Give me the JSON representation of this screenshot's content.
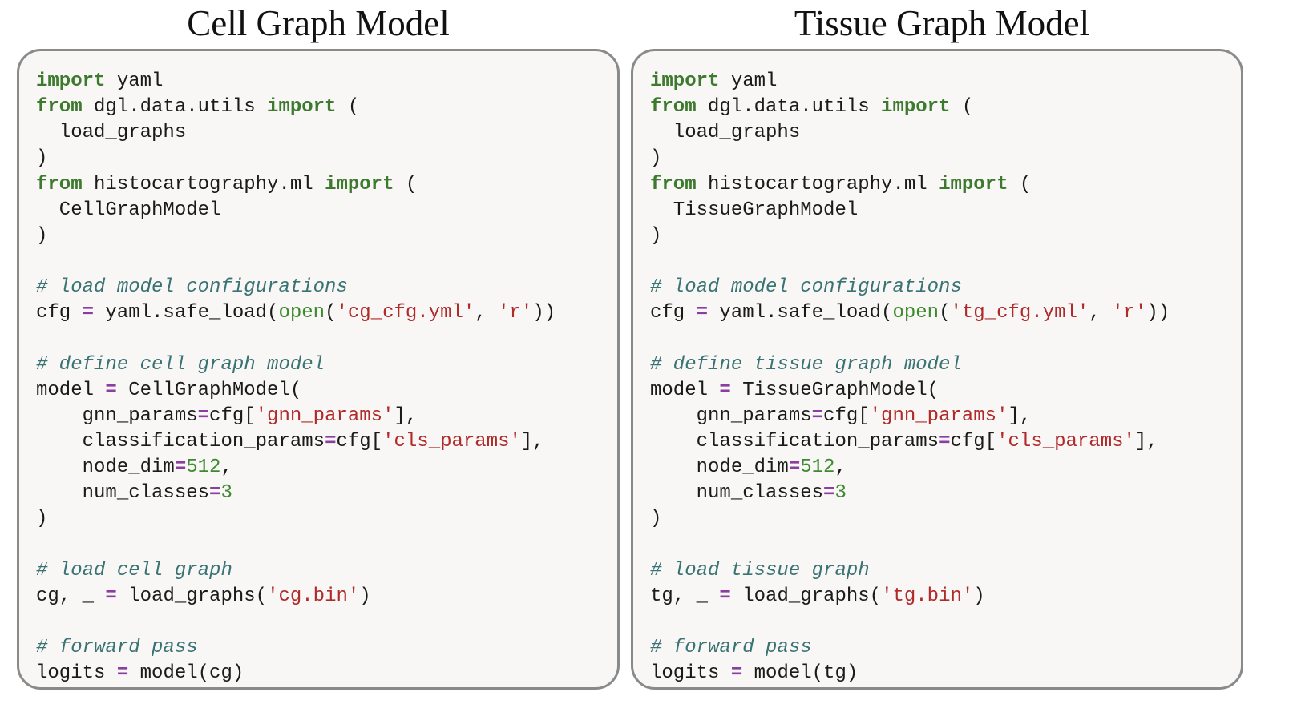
{
  "panels": [
    {
      "title": "Cell Graph Model",
      "lines": [
        [
          {
            "t": "kw",
            "v": "import"
          },
          {
            "t": "p",
            "v": " yaml"
          }
        ],
        [
          {
            "t": "kw",
            "v": "from"
          },
          {
            "t": "p",
            "v": " dgl.data.utils "
          },
          {
            "t": "kw",
            "v": "import"
          },
          {
            "t": "p",
            "v": " ("
          }
        ],
        [
          {
            "t": "p",
            "v": "  load_graphs"
          }
        ],
        [
          {
            "t": "p",
            "v": ")"
          }
        ],
        [
          {
            "t": "kw",
            "v": "from"
          },
          {
            "t": "p",
            "v": " histocartography.ml "
          },
          {
            "t": "kw",
            "v": "import"
          },
          {
            "t": "p",
            "v": " ("
          }
        ],
        [
          {
            "t": "p",
            "v": "  CellGraphModel"
          }
        ],
        [
          {
            "t": "p",
            "v": ")"
          }
        ],
        [],
        [
          {
            "t": "cm",
            "v": "# load model configurations"
          }
        ],
        [
          {
            "t": "p",
            "v": "cfg "
          },
          {
            "t": "op",
            "v": "="
          },
          {
            "t": "p",
            "v": " yaml.safe_load("
          },
          {
            "t": "fn",
            "v": "open"
          },
          {
            "t": "p",
            "v": "("
          },
          {
            "t": "str",
            "v": "'cg_cfg.yml'"
          },
          {
            "t": "p",
            "v": ", "
          },
          {
            "t": "str",
            "v": "'r'"
          },
          {
            "t": "p",
            "v": "))"
          }
        ],
        [],
        [
          {
            "t": "cm",
            "v": "# define cell graph model"
          }
        ],
        [
          {
            "t": "p",
            "v": "model "
          },
          {
            "t": "op",
            "v": "="
          },
          {
            "t": "p",
            "v": " CellGraphModel("
          }
        ],
        [
          {
            "t": "p",
            "v": "    gnn_params"
          },
          {
            "t": "op",
            "v": "="
          },
          {
            "t": "p",
            "v": "cfg["
          },
          {
            "t": "str",
            "v": "'gnn_params'"
          },
          {
            "t": "p",
            "v": "],"
          }
        ],
        [
          {
            "t": "p",
            "v": "    classification_params"
          },
          {
            "t": "op",
            "v": "="
          },
          {
            "t": "p",
            "v": "cfg["
          },
          {
            "t": "str",
            "v": "'cls_params'"
          },
          {
            "t": "p",
            "v": "],"
          }
        ],
        [
          {
            "t": "p",
            "v": "    node_dim"
          },
          {
            "t": "op",
            "v": "="
          },
          {
            "t": "num",
            "v": "512"
          },
          {
            "t": "p",
            "v": ","
          }
        ],
        [
          {
            "t": "p",
            "v": "    num_classes"
          },
          {
            "t": "op",
            "v": "="
          },
          {
            "t": "num",
            "v": "3"
          }
        ],
        [
          {
            "t": "p",
            "v": ")"
          }
        ],
        [],
        [
          {
            "t": "cm",
            "v": "# load cell graph"
          }
        ],
        [
          {
            "t": "p",
            "v": "cg, _ "
          },
          {
            "t": "op",
            "v": "="
          },
          {
            "t": "p",
            "v": " load_graphs("
          },
          {
            "t": "str",
            "v": "'cg.bin'"
          },
          {
            "t": "p",
            "v": ")"
          }
        ],
        [],
        [
          {
            "t": "cm",
            "v": "# forward pass"
          }
        ],
        [
          {
            "t": "p",
            "v": "logits "
          },
          {
            "t": "op",
            "v": "="
          },
          {
            "t": "p",
            "v": " model(cg)"
          }
        ]
      ]
    },
    {
      "title": "Tissue Graph Model",
      "lines": [
        [
          {
            "t": "kw",
            "v": "import"
          },
          {
            "t": "p",
            "v": " yaml"
          }
        ],
        [
          {
            "t": "kw",
            "v": "from"
          },
          {
            "t": "p",
            "v": " dgl.data.utils "
          },
          {
            "t": "kw",
            "v": "import"
          },
          {
            "t": "p",
            "v": " ("
          }
        ],
        [
          {
            "t": "p",
            "v": "  load_graphs"
          }
        ],
        [
          {
            "t": "p",
            "v": ")"
          }
        ],
        [
          {
            "t": "kw",
            "v": "from"
          },
          {
            "t": "p",
            "v": " histocartography.ml "
          },
          {
            "t": "kw",
            "v": "import"
          },
          {
            "t": "p",
            "v": " ("
          }
        ],
        [
          {
            "t": "p",
            "v": "  TissueGraphModel"
          }
        ],
        [
          {
            "t": "p",
            "v": ")"
          }
        ],
        [],
        [
          {
            "t": "cm",
            "v": "# load model configurations"
          }
        ],
        [
          {
            "t": "p",
            "v": "cfg "
          },
          {
            "t": "op",
            "v": "="
          },
          {
            "t": "p",
            "v": " yaml.safe_load("
          },
          {
            "t": "fn",
            "v": "open"
          },
          {
            "t": "p",
            "v": "("
          },
          {
            "t": "str",
            "v": "'tg_cfg.yml'"
          },
          {
            "t": "p",
            "v": ", "
          },
          {
            "t": "str",
            "v": "'r'"
          },
          {
            "t": "p",
            "v": "))"
          }
        ],
        [],
        [
          {
            "t": "cm",
            "v": "# define tissue graph model"
          }
        ],
        [
          {
            "t": "p",
            "v": "model "
          },
          {
            "t": "op",
            "v": "="
          },
          {
            "t": "p",
            "v": " TissueGraphModel("
          }
        ],
        [
          {
            "t": "p",
            "v": "    gnn_params"
          },
          {
            "t": "op",
            "v": "="
          },
          {
            "t": "p",
            "v": "cfg["
          },
          {
            "t": "str",
            "v": "'gnn_params'"
          },
          {
            "t": "p",
            "v": "],"
          }
        ],
        [
          {
            "t": "p",
            "v": "    classification_params"
          },
          {
            "t": "op",
            "v": "="
          },
          {
            "t": "p",
            "v": "cfg["
          },
          {
            "t": "str",
            "v": "'cls_params'"
          },
          {
            "t": "p",
            "v": "],"
          }
        ],
        [
          {
            "t": "p",
            "v": "    node_dim"
          },
          {
            "t": "op",
            "v": "="
          },
          {
            "t": "num",
            "v": "512"
          },
          {
            "t": "p",
            "v": ","
          }
        ],
        [
          {
            "t": "p",
            "v": "    num_classes"
          },
          {
            "t": "op",
            "v": "="
          },
          {
            "t": "num",
            "v": "3"
          }
        ],
        [
          {
            "t": "p",
            "v": ")"
          }
        ],
        [],
        [
          {
            "t": "cm",
            "v": "# load tissue graph"
          }
        ],
        [
          {
            "t": "p",
            "v": "tg, _ "
          },
          {
            "t": "op",
            "v": "="
          },
          {
            "t": "p",
            "v": " load_graphs("
          },
          {
            "t": "str",
            "v": "'tg.bin'"
          },
          {
            "t": "p",
            "v": ")"
          }
        ],
        [],
        [
          {
            "t": "cm",
            "v": "# forward pass"
          }
        ],
        [
          {
            "t": "p",
            "v": "logits "
          },
          {
            "t": "op",
            "v": "="
          },
          {
            "t": "p",
            "v": " model(tg)"
          }
        ]
      ]
    }
  ]
}
